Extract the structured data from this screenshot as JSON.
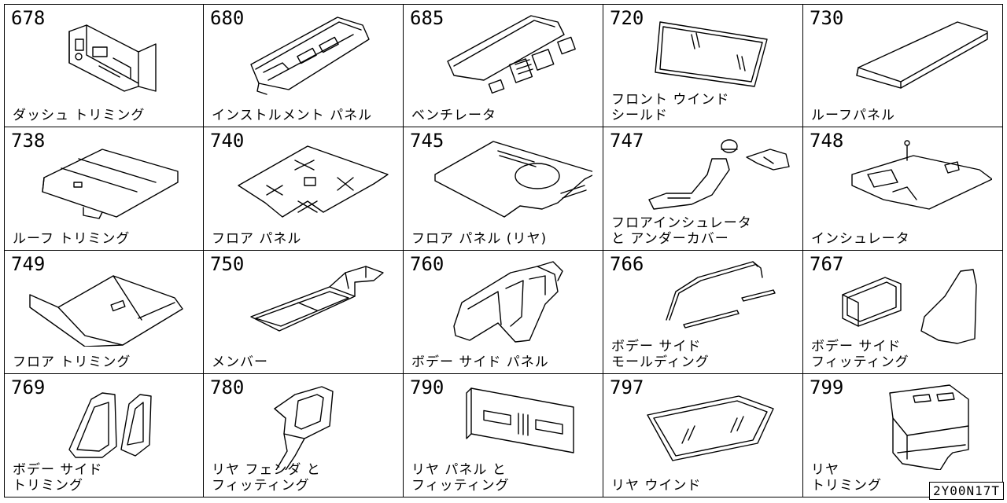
{
  "diagram_code": "2Y00N17T",
  "parts": [
    {
      "code": "678",
      "label": "ダッシュ トリミング",
      "icon": "dash-trim-illustration"
    },
    {
      "code": "680",
      "label": "インストルメント パネル",
      "icon": "instrument-panel-illustration"
    },
    {
      "code": "685",
      "label": "ベンチレータ",
      "icon": "ventilator-illustration"
    },
    {
      "code": "720",
      "label": "フロント ウインド\nシールド",
      "icon": "windshield-illustration"
    },
    {
      "code": "730",
      "label": "ルーフパネル",
      "icon": "roof-panel-illustration"
    },
    {
      "code": "738",
      "label": "ルーフ トリミング",
      "icon": "roof-trim-illustration"
    },
    {
      "code": "740",
      "label": "フロア パネル",
      "icon": "floor-panel-illustration"
    },
    {
      "code": "745",
      "label": "フロア パネル (リヤ)",
      "icon": "rear-floor-panel-illustration"
    },
    {
      "code": "747",
      "label": "フロアインシュレータ\nと アンダーカバー",
      "icon": "floor-insulator-illustration"
    },
    {
      "code": "748",
      "label": "インシュレータ",
      "icon": "insulator-illustration"
    },
    {
      "code": "749",
      "label": "フロア トリミング",
      "icon": "floor-trim-illustration"
    },
    {
      "code": "750",
      "label": "メンバー",
      "icon": "member-illustration"
    },
    {
      "code": "760",
      "label": "ボデー サイド パネル",
      "icon": "body-side-panel-illustration"
    },
    {
      "code": "766",
      "label": "ボデー サイド\nモールディング",
      "icon": "side-molding-illustration"
    },
    {
      "code": "767",
      "label": "ボデー サイド\nフィッティング",
      "icon": "side-fitting-illustration"
    },
    {
      "code": "769",
      "label": "ボデー サイド\nトリミング",
      "icon": "side-trim-illustration"
    },
    {
      "code": "780",
      "label": "リヤ フェンダ と\nフィッティング",
      "icon": "rear-fender-illustration"
    },
    {
      "code": "790",
      "label": "リヤ パネル と\nフィッティング",
      "icon": "rear-panel-illustration"
    },
    {
      "code": "797",
      "label": "リヤ ウインド",
      "icon": "rear-window-illustration"
    },
    {
      "code": "799",
      "label": "リヤ\nトリミング",
      "icon": "rear-trim-illustration"
    }
  ]
}
